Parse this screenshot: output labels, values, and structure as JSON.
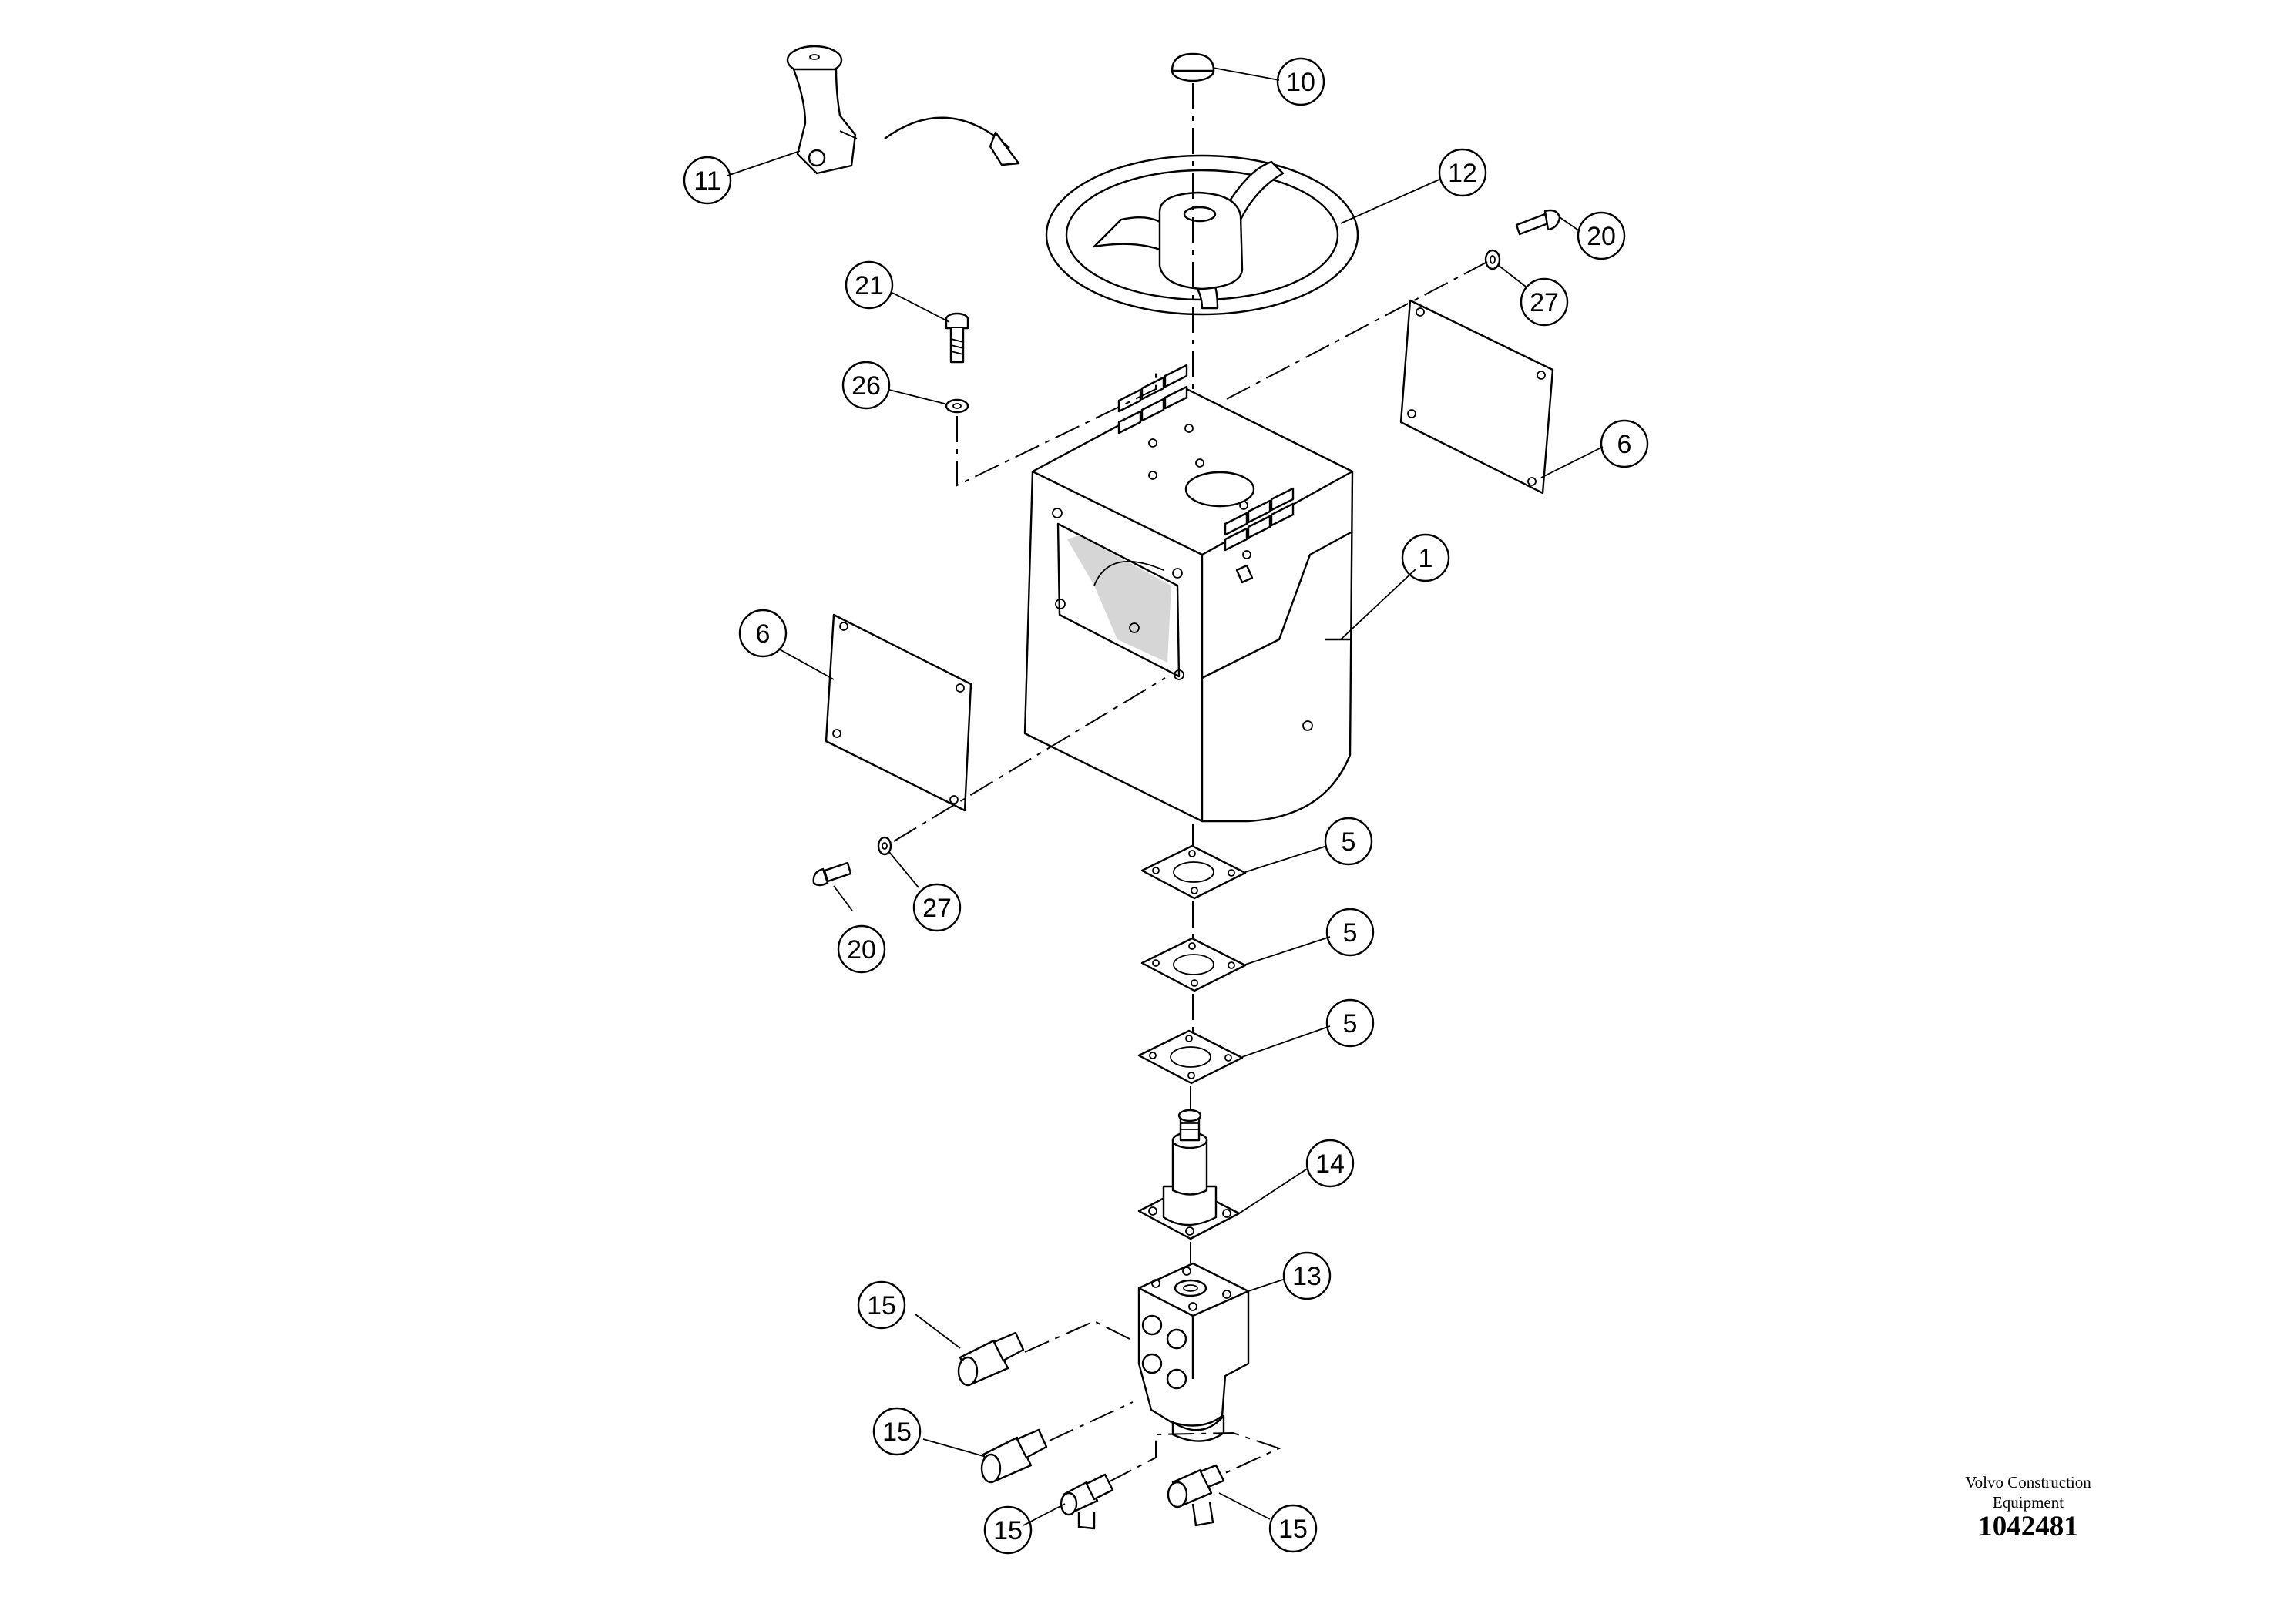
{
  "callouts": [
    {
      "id": "c10",
      "label": "10"
    },
    {
      "id": "c11",
      "label": "11"
    },
    {
      "id": "c12",
      "label": "12"
    },
    {
      "id": "c20a",
      "label": "20"
    },
    {
      "id": "c27a",
      "label": "27"
    },
    {
      "id": "c21",
      "label": "21"
    },
    {
      "id": "c26",
      "label": "26"
    },
    {
      "id": "c6a",
      "label": "6"
    },
    {
      "id": "c1",
      "label": "1"
    },
    {
      "id": "c6b",
      "label": "6"
    },
    {
      "id": "c5a",
      "label": "5"
    },
    {
      "id": "c5b",
      "label": "5"
    },
    {
      "id": "c5c",
      "label": "5"
    },
    {
      "id": "c27b",
      "label": "27"
    },
    {
      "id": "c20b",
      "label": "20"
    },
    {
      "id": "c14",
      "label": "14"
    },
    {
      "id": "c13",
      "label": "13"
    },
    {
      "id": "c15a",
      "label": "15"
    },
    {
      "id": "c15b",
      "label": "15"
    },
    {
      "id": "c15c",
      "label": "15"
    },
    {
      "id": "c15d",
      "label": "15"
    }
  ],
  "footer": {
    "brand_line1": "Volvo Construction",
    "brand_line2": "Equipment",
    "drawing_number": "1042481"
  }
}
